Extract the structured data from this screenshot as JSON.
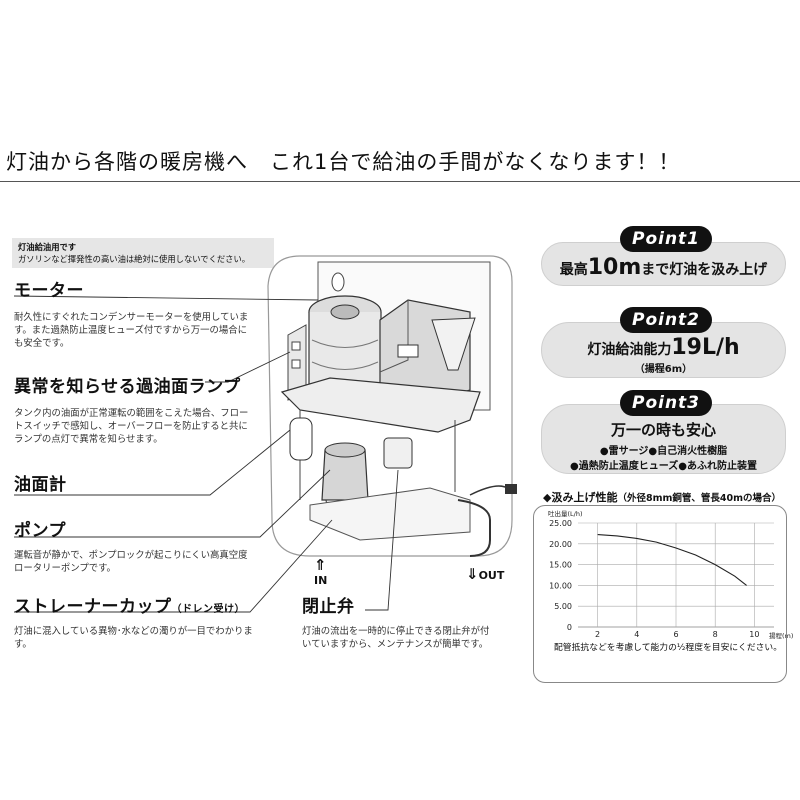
{
  "headline": "灯油から各階の暖房機へ　これ1台で給油の手間がなくなります！！",
  "warning": {
    "line1": "灯油給油用です",
    "line2": "ガソリンなど揮発性の高い油は絶対に使用しないでください。"
  },
  "features": [
    {
      "title": "モーター",
      "desc": "耐久性にすぐれたコンデンサーモーターを使用しています。また過熱防止温度ヒューズ付ですから万一の場合にも安全です。"
    },
    {
      "title": "異常を知らせる過油面ランプ",
      "desc": "タンク内の油面が正常運転の範囲をこえた場合、フロートスイッチで感知し、オーバーフローを防止すると共にランプの点灯で異常を知らせます。"
    },
    {
      "title": "油面計",
      "desc": ""
    },
    {
      "title": "ポンプ",
      "desc": "運転音が静かで、ポンプロックが起こりにくい高真空度ロータリーポンプです。"
    },
    {
      "title": "ストレーナーカップ",
      "title_suffix": "（ドレン受け）",
      "desc": "灯油に混入している異物･水などの濁りが一目でわかります。"
    },
    {
      "title": "閉止弁",
      "desc": "灯油の流出を一時的に停止できる閉止弁が付いていますから、メンテナンスが簡単です。"
    }
  ],
  "labels": {
    "in": "IN",
    "out": "OUT"
  },
  "points": [
    {
      "badge": "Point1",
      "pre": "最高",
      "big": "10m",
      "post": "まで灯油を汲み上げ",
      "sub": ""
    },
    {
      "badge": "Point2",
      "pre": "灯油給油能力",
      "big": "19L/h",
      "post": "",
      "sub": "（揚程6m）"
    },
    {
      "badge": "Point3",
      "pre": "万一の時も安心",
      "big": "",
      "post": "",
      "sub": "●雷サージ●自己消火性樹脂",
      "sub2": "●過熱防止温度ヒューズ●あふれ防止装置"
    }
  ],
  "chart_title": "◆汲み上げ性能",
  "chart_title_small": "（外径8mm銅管、管長40mの場合）",
  "chart_note": "配管抵抗などを考慮して能力の½程度を目安にください。",
  "chart_data": {
    "type": "line",
    "ylabel": "吐出量(L/h)",
    "xlabel": "揚程(m)",
    "x_ticks": [
      "2",
      "4",
      "6",
      "8",
      "10"
    ],
    "y_ticks": [
      "25.00",
      "20.00",
      "15.00",
      "10.00",
      "5.00",
      "0"
    ],
    "xlim": [
      1,
      11
    ],
    "ylim": [
      0,
      25
    ],
    "x": [
      2,
      3,
      4,
      5,
      6,
      7,
      8,
      9,
      9.6
    ],
    "values": [
      22.2,
      21.9,
      21.3,
      20.4,
      19.0,
      17.3,
      15.0,
      12.2,
      10.0
    ]
  }
}
